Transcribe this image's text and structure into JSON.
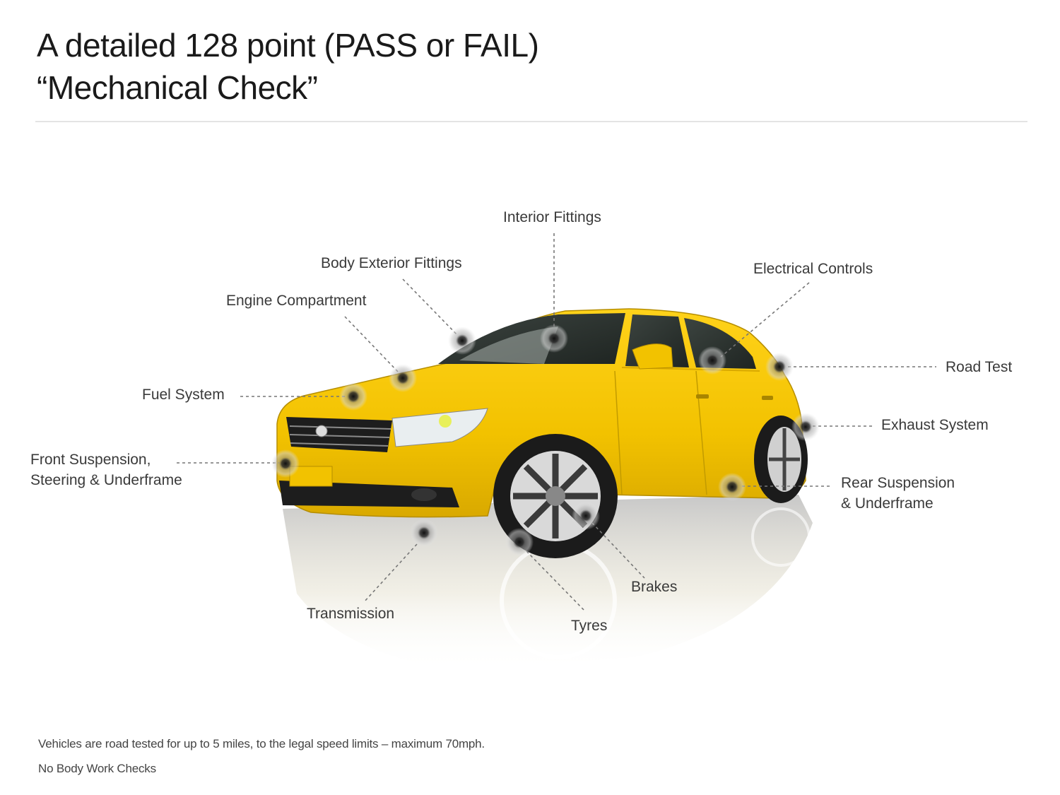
{
  "header": {
    "title_line1": "A detailed 128 point (PASS or FAIL)",
    "title_line2": "“Mechanical Check”"
  },
  "diagram": {
    "subject": "yellow-sedan-car",
    "colors": {
      "car_body": "#f2c200",
      "marker_core": "#222222",
      "marker_halo": "#d9d9d9",
      "leader_line": "#777777",
      "label_text": "#3a3a3a"
    },
    "check_points": [
      {
        "id": "interior-fittings",
        "label": "Interior Fittings"
      },
      {
        "id": "body-exterior-fittings",
        "label": "Body Exterior Fittings"
      },
      {
        "id": "electrical-controls",
        "label": "Electrical Controls"
      },
      {
        "id": "engine-compartment",
        "label": "Engine Compartment"
      },
      {
        "id": "road-test",
        "label": "Road Test"
      },
      {
        "id": "fuel-system",
        "label": "Fuel System"
      },
      {
        "id": "exhaust-system",
        "label": "Exhaust System"
      },
      {
        "id": "front-suspension",
        "label": "Front Suspension,",
        "label2": "Steering & Underframe"
      },
      {
        "id": "rear-suspension",
        "label": "Rear Suspension",
        "label2": "& Underframe"
      },
      {
        "id": "brakes",
        "label": "Brakes"
      },
      {
        "id": "transmission",
        "label": "Transmission"
      },
      {
        "id": "tyres",
        "label": "Tyres"
      }
    ]
  },
  "footer": {
    "note1": "Vehicles are road tested for up to 5 miles, to the legal speed limits – maximum 70mph.",
    "note2": "No Body Work Checks"
  }
}
